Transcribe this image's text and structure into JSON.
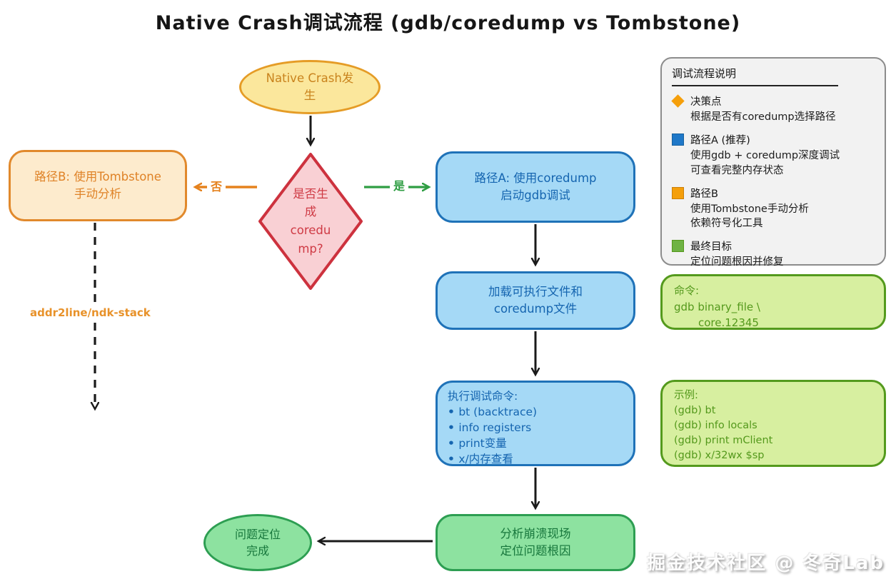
{
  "title": "Native Crash调试流程 (gdb/coredump vs Tombstone)",
  "nodes": {
    "start": {
      "lines": [
        "Native Crash发",
        "生"
      ]
    },
    "decision": {
      "lines": [
        "是否生",
        "成",
        "coredu",
        "mp?"
      ]
    },
    "path_b": {
      "lines": [
        "路径B: 使用Tombstone",
        "手动分析"
      ]
    },
    "path_a": {
      "lines": [
        "路径A: 使用coredump",
        "启动gdb调试"
      ]
    },
    "load": {
      "lines": [
        "加载可执行文件和",
        "coredump文件"
      ]
    },
    "exec": {
      "title": "执行调试命令:",
      "bullets": [
        "bt (backtrace)",
        "info registers",
        "print变量",
        "x/内存查看"
      ]
    },
    "analyze": {
      "lines": [
        "分析崩溃现场",
        "定位问题根因"
      ]
    },
    "done": {
      "lines": [
        "问题定位",
        "完成"
      ]
    }
  },
  "edges": {
    "no_label": "否",
    "yes_label": "是",
    "tool_label": "addr2line/ndk-stack"
  },
  "legend": {
    "title": "调试流程说明",
    "items": [
      {
        "icon": "diamond-orange",
        "label": "决策点",
        "desc": [
          "根据是否有coredump选择路径"
        ]
      },
      {
        "icon": "square-blue",
        "label": "路径A (推荐)",
        "desc": [
          "使用gdb + coredump深度调试",
          "可查看完整内存状态"
        ]
      },
      {
        "icon": "square-orange",
        "label": "路径B",
        "desc": [
          "使用Tombstone手动分析",
          "依赖符号化工具"
        ]
      },
      {
        "icon": "square-green",
        "label": "最终目标",
        "desc": [
          "定位问题根因并修复"
        ]
      }
    ]
  },
  "code_command": {
    "title": "命令:",
    "lines": [
      "gdb binary_file \\",
      "core.12345"
    ]
  },
  "code_example": {
    "title": "示例:",
    "lines": [
      "(gdb) bt",
      "(gdb) info locals",
      "(gdb) print mClient",
      "(gdb) x/32wx $sp"
    ]
  },
  "watermark": "掘金技术社区 @ 冬奇Lab",
  "colors": {
    "start_fill": "#fbe79c",
    "start_border": "#e59c26",
    "start_text": "#c9831d",
    "decision_fill": "#f9d0d4",
    "decision_border": "#cd323e",
    "decision_text": "#cf3b45",
    "path_b_fill": "#fdebcd",
    "path_b_border": "#e1892c",
    "path_b_text": "#df8226",
    "blue_fill": "#a5d9f6",
    "blue_border": "#1f72b8",
    "blue_text": "#1565b0",
    "green_fill": "#8de2a0",
    "green_border": "#2d9e52",
    "green_text": "#17773c",
    "code_fill": "#d7efa0",
    "code_border": "#549a1d",
    "code_text": "#54991c",
    "legend_fill": "#f2f2f2",
    "legend_border": "#8c8c8c",
    "edge_yes": "#2f9e43",
    "edge_no": "#e5821e",
    "edge_neutral": "#1a1a1a"
  }
}
